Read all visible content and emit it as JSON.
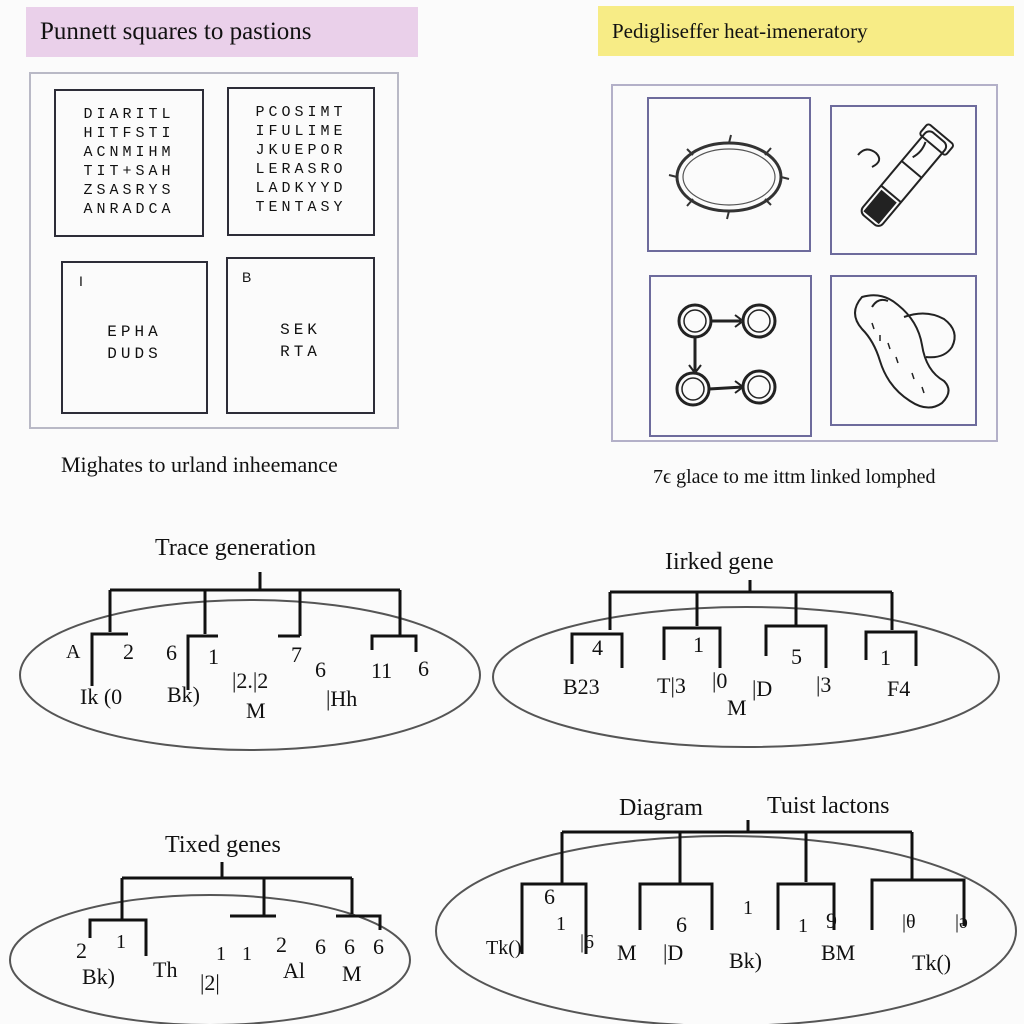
{
  "punnett_banner": "Punnett squares to pastions",
  "pedigree_banner": "Pedigliseffer heat-imeneratory",
  "punnett_grids": [
    {
      "lines": [
        "DIARITL",
        "HITFSTI",
        "ACNMIHM",
        "TIT+SAH",
        "ZSASRYS",
        "ANRADCA"
      ]
    },
    {
      "lines": [
        "PCOSIMT",
        "IFULIME",
        "JKUEPOR",
        "LERASRO",
        "LADKYYD",
        "TENTASY"
      ]
    }
  ],
  "punnett_small": [
    {
      "corner": "I",
      "lines": [
        "EPHA",
        "DUDS"
      ]
    },
    {
      "corner": "B",
      "lines": [
        "SEK",
        "RTA"
      ]
    }
  ],
  "caption_left": "Mighates to urland inheemance",
  "caption_right": "7ϵ glace to me ittm linked lomphed",
  "icons": [
    "barbed-ring-icon",
    "test-tube-icon",
    "linked-circles-icon",
    "cell-cluster-icon"
  ],
  "trees": [
    {
      "title": "Trace generation",
      "labels": [
        "A",
        "2",
        "6",
        "1",
        "7",
        "6",
        "11",
        "6",
        "Ik (0",
        "Bk)",
        "|2.|2",
        "M",
        "|Hh"
      ]
    },
    {
      "title": "Iirked gene",
      "labels": [
        "4",
        "1",
        "5",
        "1",
        "B23",
        "T|3",
        "|0",
        "M",
        "|D",
        "|3",
        "F4"
      ]
    },
    {
      "title": "Tixed genes",
      "labels": [
        "2",
        "1",
        "1",
        "1",
        "2",
        "6",
        "6",
        "6",
        "Bk)",
        "Th",
        "|2|",
        "Al",
        "M"
      ]
    },
    {
      "title": "Diagram",
      "title2": "Tuist lactons",
      "labels": [
        "6",
        "1",
        "|6",
        "6",
        "1",
        "1",
        "9",
        "|θ",
        "|ə",
        "Tk()",
        "M",
        "|D",
        "Bk)",
        "BM",
        "Tk()"
      ]
    }
  ]
}
